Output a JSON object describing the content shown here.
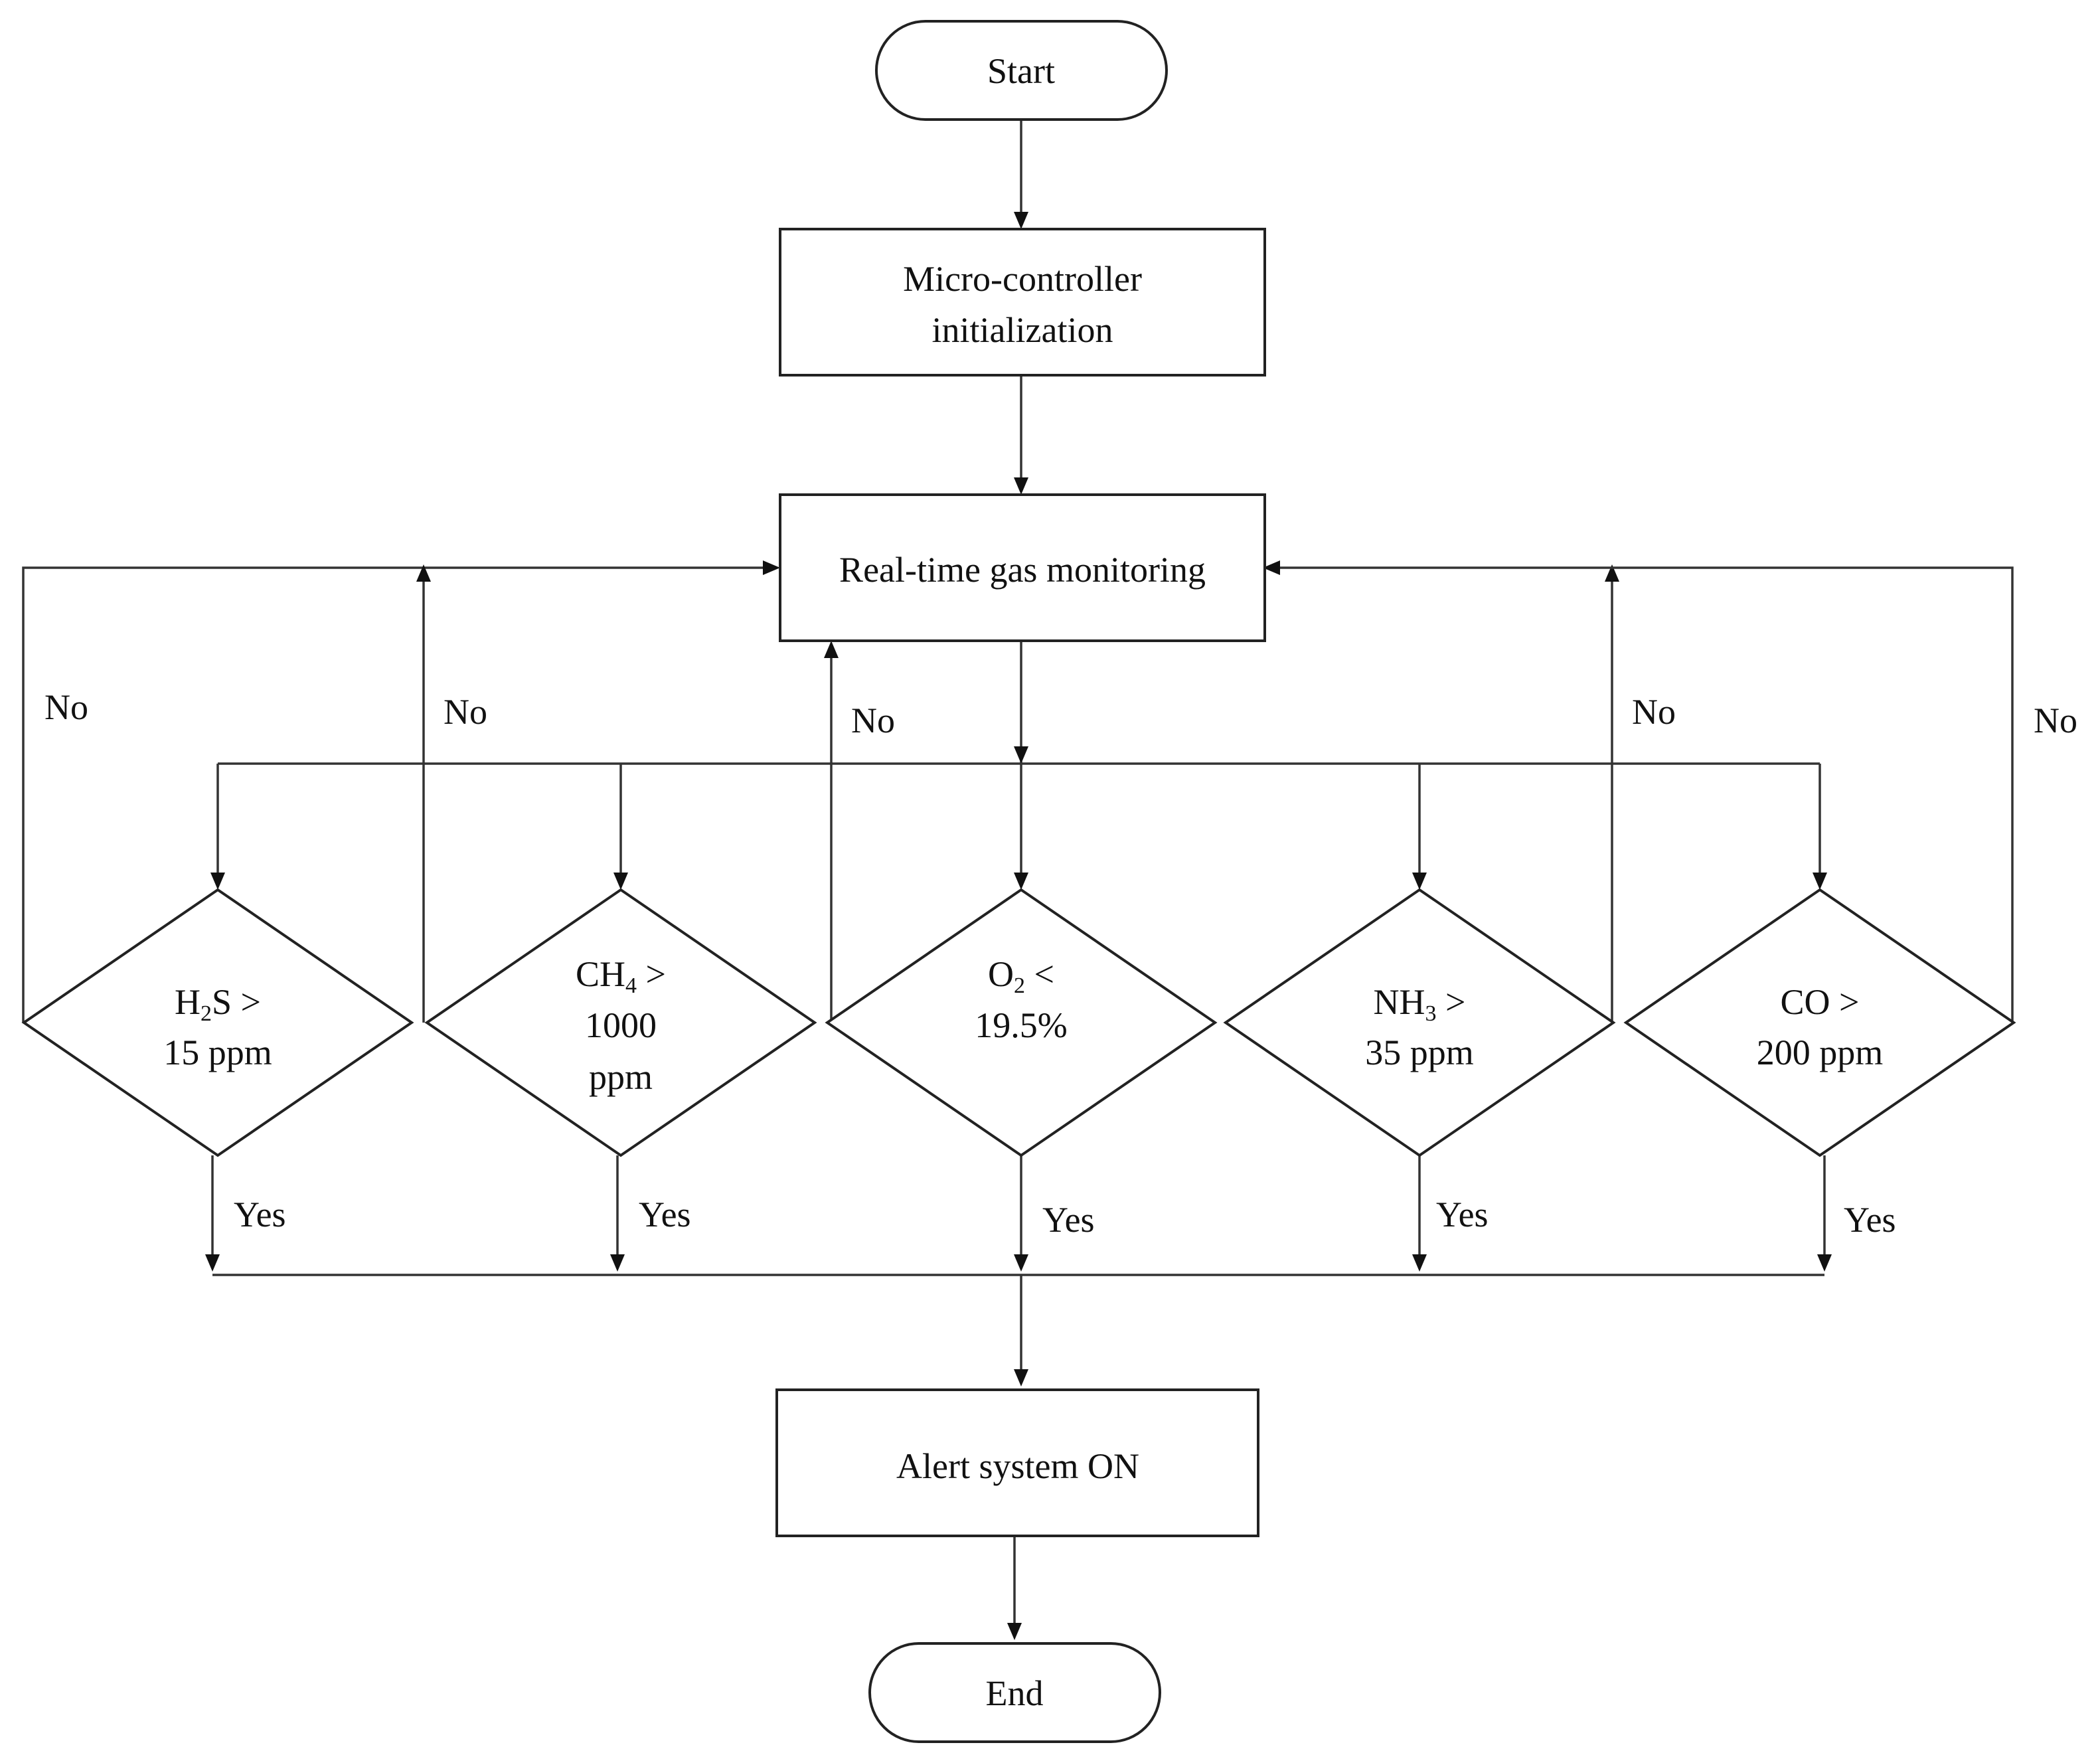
{
  "nodes": {
    "start": {
      "label": "Start"
    },
    "init": {
      "line1": "Micro-controller",
      "line2": "initialization"
    },
    "monitor": {
      "label": "Real-time gas monitoring"
    },
    "alert": {
      "label": "Alert system ON"
    },
    "end": {
      "label": "End"
    }
  },
  "decisions": [
    {
      "id": "h2s",
      "gas": "H",
      "sub": "2",
      "rest": "S >",
      "line2": "15 ppm",
      "line3": ""
    },
    {
      "id": "ch4",
      "gas": "CH",
      "sub": "4",
      "rest": " >",
      "line2": "1000",
      "line3": "ppm"
    },
    {
      "id": "o2",
      "gas": "O",
      "sub": "2",
      "rest": " <",
      "line2": "19.5%",
      "line3": ""
    },
    {
      "id": "nh3",
      "gas": "NH",
      "sub": "3",
      "rest": " >",
      "line2": "35 ppm",
      "line3": ""
    },
    {
      "id": "co",
      "gas": "CO >",
      "sub": "",
      "rest": "",
      "line2": "200 ppm",
      "line3": ""
    }
  ],
  "edge_labels": {
    "no": "No",
    "yes": "Yes"
  },
  "colors": {
    "stroke": "#222222",
    "text": "#111111",
    "background": "#ffffff"
  }
}
